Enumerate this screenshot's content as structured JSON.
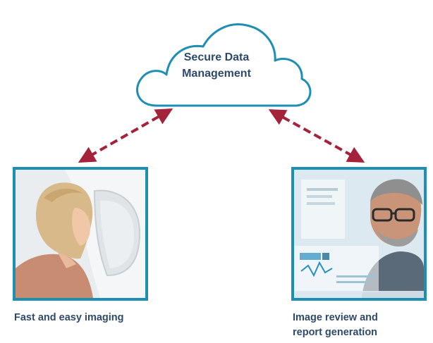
{
  "cloud": {
    "line1": "Secure Data",
    "line2": "Management"
  },
  "left_node": {
    "caption": "Fast and easy imaging",
    "image": "woman-at-imaging-device-photo"
  },
  "right_node": {
    "caption_line1": "Image review and",
    "caption_line2": "report generation",
    "image": "man-reviewing-images-photo"
  },
  "colors": {
    "text": "#2e4a6b",
    "frame": "#1e8fb3",
    "cloud_outline": "#1e8fb3",
    "arrow": "#a4223a"
  },
  "connectors": [
    {
      "from": "cloud",
      "to": "left_node",
      "style": "dashed",
      "direction": "bidirectional"
    },
    {
      "from": "cloud",
      "to": "right_node",
      "style": "dashed",
      "direction": "bidirectional"
    }
  ]
}
